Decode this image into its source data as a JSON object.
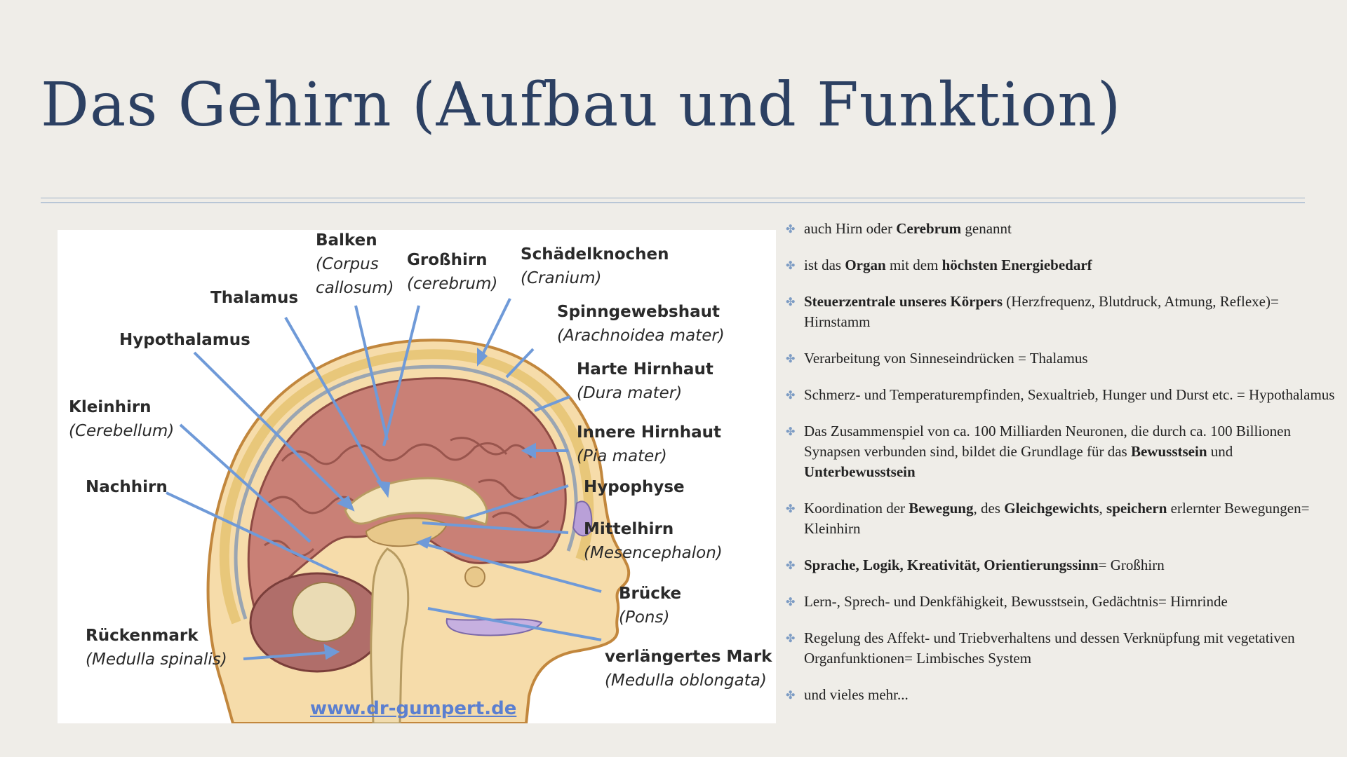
{
  "title": "Das Gehirn (Aufbau und Funktion)",
  "figure": {
    "labels": {
      "balken": {
        "name": "Balken",
        "latin1": "(Corpus",
        "latin2": "callosum)"
      },
      "grosshirn": {
        "name": "Großhirn",
        "latin": "(cerebrum)"
      },
      "schaedel": {
        "name": "Schädelknochen",
        "latin": "(Cranium)"
      },
      "thalamus": {
        "name": "Thalamus"
      },
      "spinnge": {
        "name": "Spinngewebshaut",
        "latin": "(Arachnoidea mater)"
      },
      "hypothalamus": {
        "name": "Hypothalamus"
      },
      "harte": {
        "name": "Harte Hirnhaut",
        "latin": "(Dura mater)"
      },
      "kleinhirn": {
        "name": "Kleinhirn",
        "latin": "(Cerebellum)"
      },
      "innere": {
        "name": "Innere Hirnhaut",
        "latin": "(Pia mater)"
      },
      "nachhirn": {
        "name": "Nachhirn"
      },
      "hypophyse": {
        "name": "Hypophyse"
      },
      "mittelhirn": {
        "name": "Mittelhirn",
        "latin": "(Mesencephalon)"
      },
      "bruecke": {
        "name": "Brücke",
        "latin": "(Pons)"
      },
      "rueckenmark": {
        "name": "Rückenmark",
        "latin": "(Medulla spinalis)"
      },
      "verlaengert": {
        "name": "verlängertes Mark",
        "latin": "(Medulla oblongata)"
      }
    },
    "source": "www.dr-gumpert.de"
  },
  "bullets": [
    {
      "parts": [
        [
          "auch Hirn oder ",
          false
        ],
        [
          "Cerebrum",
          true
        ],
        [
          " genannt",
          false
        ]
      ]
    },
    {
      "parts": [
        [
          "ist das ",
          false
        ],
        [
          "Organ",
          true
        ],
        [
          " mit dem ",
          false
        ],
        [
          "höchsten Energiebedarf",
          true
        ]
      ]
    },
    {
      "parts": [
        [
          "Steuerzentrale unseres Körpers",
          true
        ],
        [
          " (Herzfrequenz, Blutdruck, Atmung, Reflexe)= Hirnstamm",
          false
        ]
      ]
    },
    {
      "parts": [
        [
          "Verarbeitung von Sinneseindrücken = Thalamus",
          false
        ]
      ]
    },
    {
      "parts": [
        [
          "Schmerz- und Temperaturempfinden, Sexualtrieb, Hunger und Durst etc. = Hypothalamus",
          false
        ]
      ]
    },
    {
      "parts": [
        [
          "Das Zusammenspiel von ca. 100 Milliarden Neuronen, die durch ca. 100 Billionen Synapsen verbunden sind, bildet die Grundlage für das ",
          false
        ],
        [
          "Bewusstsein",
          true
        ],
        [
          " und ",
          false
        ],
        [
          "Unterbewusstsein",
          true
        ]
      ]
    },
    {
      "parts": [
        [
          "Koordination der ",
          false
        ],
        [
          "Bewegung",
          true
        ],
        [
          ", des ",
          false
        ],
        [
          "Gleichgewichts",
          true
        ],
        [
          ", ",
          false
        ],
        [
          "speichern",
          true
        ],
        [
          " erlernter Bewegungen= Kleinhirn",
          false
        ]
      ]
    },
    {
      "parts": [
        [
          "Sprache, Logik, Kreativität, Orientierungssinn",
          true
        ],
        [
          "= Großhirn",
          false
        ]
      ]
    },
    {
      "parts": [
        [
          "Lern-, Sprech- und Denkfähigkeit, Bewusstsein, Gedächtnis= Hirnrinde",
          false
        ]
      ]
    },
    {
      "parts": [
        [
          "Regelung des Affekt- und Triebverhaltens und dessen Verknüpfung mit vegetativen Organfunktionen= Limbisches System",
          false
        ]
      ]
    },
    {
      "parts": [
        [
          "und vieles mehr...",
          false
        ]
      ]
    }
  ],
  "colors": {
    "title": "#2c4062",
    "arrow": "#6f9ad8",
    "brain": "#c98076",
    "bullet": "#7d9cc4"
  }
}
